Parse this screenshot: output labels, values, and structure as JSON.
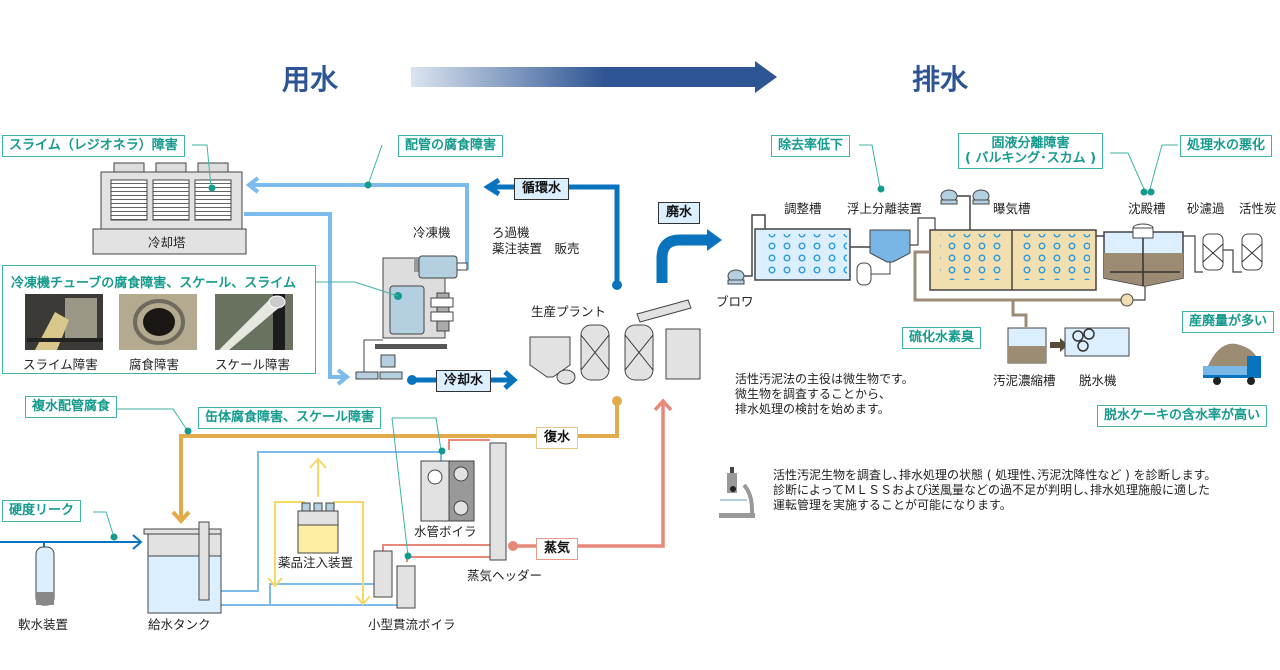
{
  "header": {
    "left_title": "用水",
    "right_title": "排水",
    "arrow_gradient_from": "#dbe5f0",
    "arrow_gradient_to": "#2e5593"
  },
  "colors": {
    "callout_border": "#3fb3a6",
    "callout_text": "#159b8d",
    "cooling_water_light": "#7cbcec",
    "circulation_blue": "#0a73bd",
    "condensate_orange": "#e2ac4c",
    "steam_red": "#e8887a",
    "chemical_yellow": "#f6d864",
    "title_blue": "#2e5593"
  },
  "callouts": {
    "slime_legionella": "スライム（レジオネラ）障害",
    "pipe_corrosion": "配管の腐食障害",
    "chiller_tube": "冷凍機チューブの腐食障害、スケール、スライム",
    "condensate_pipe_corrosion": "複水配管腐食",
    "boiler_corrosion_scale": "缶体腐食障害、スケール障害",
    "hardness_leak": "硬度リーク",
    "removal_rate_drop": "除去率低下",
    "solid_liquid_separation_line1": "固液分離障害",
    "solid_liquid_separation_line2": "( バルキング･スカム )",
    "treated_water_worse": "処理水の悪化",
    "hydrogen_sulfide_odor": "硫化水素臭",
    "much_industrial_waste": "産廃量が多い",
    "high_cake_moisture": "脱水ケーキの含水率が高い"
  },
  "photos": [
    {
      "caption": "スライム障害",
      "icon": "slime-photo"
    },
    {
      "caption": "腐食障害",
      "icon": "corrosion-photo"
    },
    {
      "caption": "スケール障害",
      "icon": "scale-photo"
    }
  ],
  "flow_labels": {
    "circulation_water": "循環水",
    "cooling_water": "冷却水",
    "wastewater": "廃水",
    "condensate": "復水",
    "steam": "蒸気"
  },
  "equipment": {
    "cooling_tower": "冷却塔",
    "chiller": "冷凍機",
    "filter_chem_sales_line1": "ろ過機",
    "filter_chem_sales_line2": "薬注装置　販売",
    "production_plant": "生産プラント",
    "water_softener": "軟水装置",
    "feed_water_tank": "給水タンク",
    "chemical_injection": "薬品注入装置",
    "water_tube_boiler": "水管ボイラ",
    "steam_header": "蒸気ヘッダー",
    "small_once_through_boiler": "小型貫流ボイラ",
    "blower": "ブロワ",
    "adjustment_tank": "調整槽",
    "flotation_separator": "浮上分離装置",
    "aeration_tank": "曝気槽",
    "settling_tank": "沈殿槽",
    "sand_filter": "砂濾過",
    "activated_carbon": "活性炭",
    "sludge_thickener": "汚泥濃縮槽",
    "dehydrator": "脱水機"
  },
  "texts": {
    "activated_sludge_note": "活性汚泥法の主役は微生物です。\n微生物を調査することから、\n排水処理の検討を始めます。",
    "diagnosis_note": "活性汚泥生物を調査し､排水処理の状態 ( 処理性､汚泥沈降性など ) を診断します。\n診断によってＭＬＳＳおよび送風量などの過不足が判明し､排水処理施般に適した\n運転管理を実施することが可能になります。"
  }
}
